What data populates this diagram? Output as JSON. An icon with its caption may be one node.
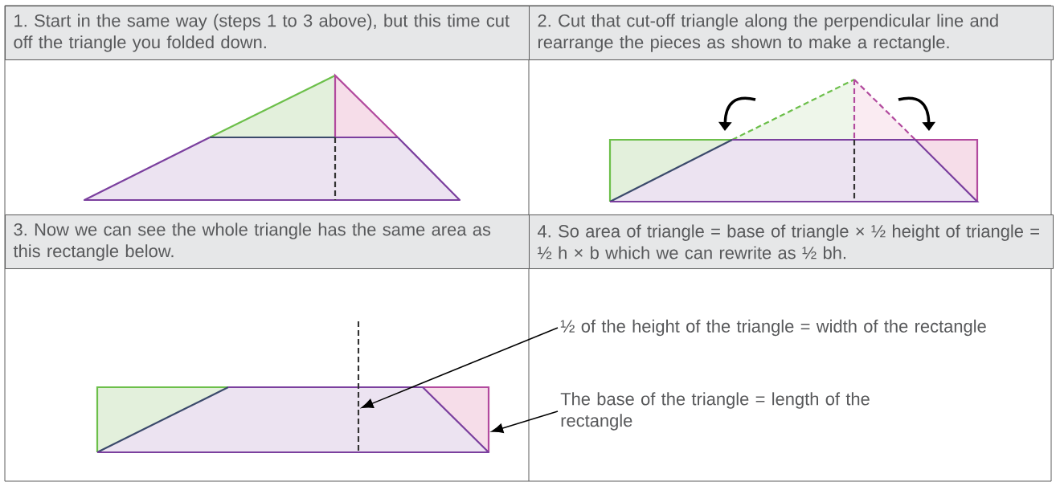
{
  "diagram": {
    "nodes": [
      {
        "text": [],
        "shape": "line"
      },
      {
        "text": [],
        "shape": "box"
      },
      {
        "text": [
          "½ of the height of the triangle = width of the rectangle"
        ]
      },
      {
        "text": [
          "The base of the triangle = length of the rectangle"
        ]
      }
    ],
    "edges": [
      {
        "from": 2,
        "to": 0,
        "arrow": "to"
      },
      {
        "from": 3,
        "to": 1,
        "arrow": "to"
      }
    ],
    "labels": [
      "1. Start in the same way (steps 1 to 3 above), but this time cut off the triangle you folded down.",
      "2. Cut that cut-off triangle along the perpendicular line and rearrange the pieces as shown to make a rectangle.",
      "3. Now we can see the whole triangle has the same area as this rectangle below.",
      "4. So area of triangle = base of triangle × ½ height of triangle = ½ h × b which we can rewrite as ½ bh."
    ]
  }
}
